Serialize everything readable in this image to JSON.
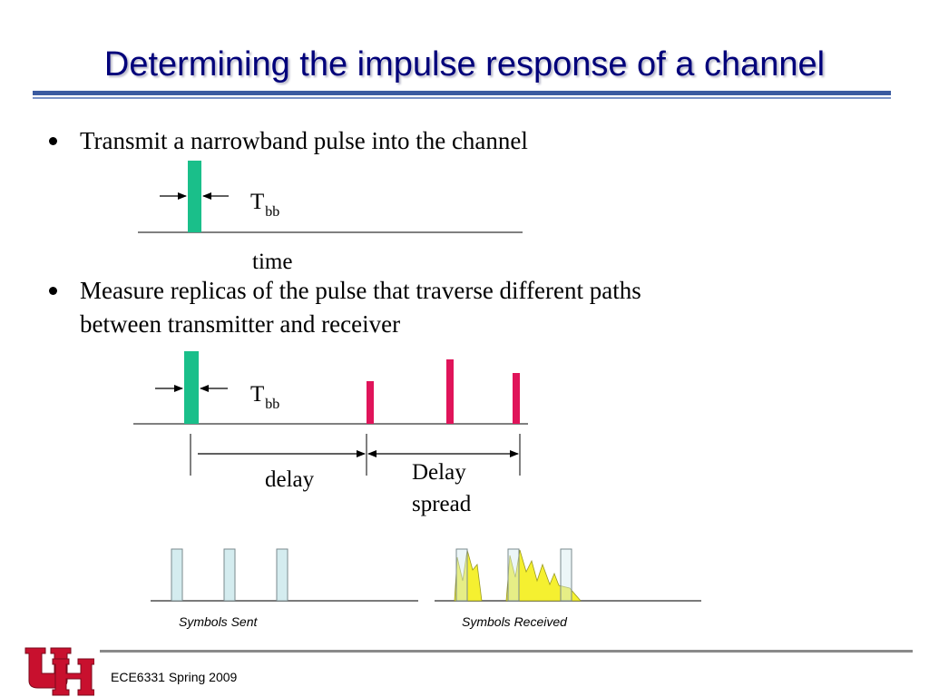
{
  "slide": {
    "title": "Determining the impulse response of a channel",
    "bullets": [
      "Transmit a narrowband pulse into the channel",
      "Measure replicas of the pulse that traverse different paths",
      "between transmitter and receiver"
    ]
  },
  "diagram1": {
    "pulse_label_main": "T",
    "pulse_label_sub": "bb",
    "axis_label": "time"
  },
  "diagram2": {
    "pulse_label_main": "T",
    "pulse_label_sub": "bb",
    "delay_label": "delay",
    "spread_label_line1": "Delay",
    "spread_label_line2": "spread"
  },
  "diagram3": {
    "sent_label": "Symbols Sent",
    "received_label": "Symbols Received"
  },
  "footer": {
    "course": "ECE6331 Spring 2009"
  },
  "colors": {
    "title": "#00007a",
    "pulse_green": "#1abf8a",
    "pulse_red": "#e0145a",
    "symbol_fill": "#d4ecef",
    "echo_yellow": "#f5f030",
    "logo_red": "#c8102e"
  }
}
